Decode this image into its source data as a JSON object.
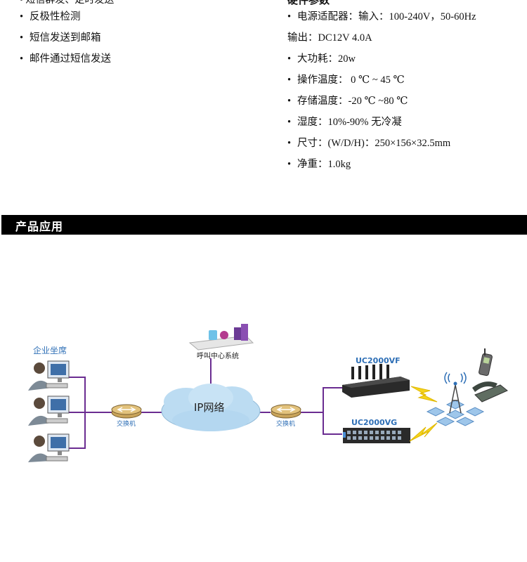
{
  "top_partial": {
    "left_cut_text": "• 短信群发、定时发送",
    "right_cut_heading": "硬件参数"
  },
  "features_left": [
    "反极性检测",
    "短信发送到邮箱",
    "邮件通过短信发送"
  ],
  "specs_right": [
    {
      "bullet": true,
      "text": "电源适配器：输入：100-240V，50-60Hz"
    },
    {
      "bullet": false,
      "text": "输出：DC12V 4.0A"
    },
    {
      "bullet": true,
      "text": "大功耗：20w"
    },
    {
      "bullet": true,
      "text": "操作温度： 0 ℃ ~ 45 ℃"
    },
    {
      "bullet": true,
      "text": "存储温度：-20 ℃ ~80 ℃"
    },
    {
      "bullet": true,
      "text": "湿度：10%-90% 无冷凝"
    },
    {
      "bullet": true,
      "text": "尺寸：(W/D/H)：250×156×32.5mm"
    },
    {
      "bullet": true,
      "text": "净重：1.0kg"
    }
  ],
  "section": {
    "title": "产品应用"
  },
  "diagram": {
    "agents_label": "企业坐席",
    "callcenter_label": "呼叫中心系统",
    "cloud_label": "IP网络",
    "switch_left_label": "交换机",
    "switch_right_label": "交换机",
    "device1_label": "UC2000VF",
    "device2_label": "UC2000VG",
    "colors": {
      "line": "#6a2c91",
      "label_blue": "#2e6fb6",
      "cloud": "#bcdcf2",
      "device": "#2a2a2a",
      "lightning": "#f5d41c"
    }
  }
}
